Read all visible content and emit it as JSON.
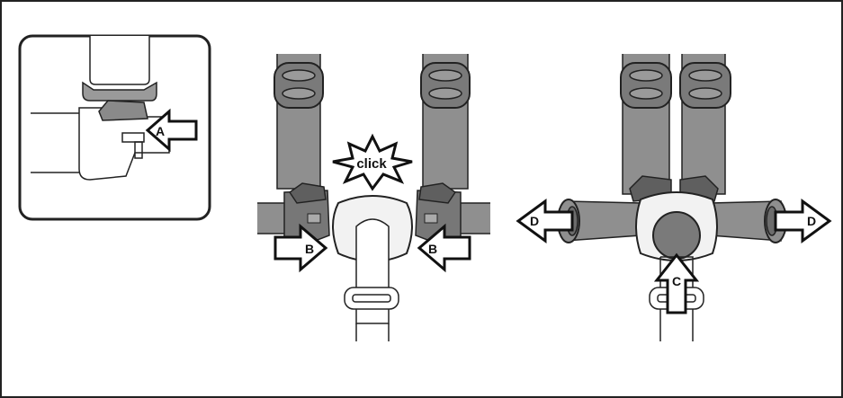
{
  "labels": {
    "a": "A",
    "b_left": "B",
    "b_right": "B",
    "c": "C",
    "d_left": "D",
    "d_right": "D",
    "click": "click"
  },
  "colors": {
    "strap": "#8f8f8f",
    "strap_dark": "#6c6c6c",
    "outline": "#222222",
    "buckle_light": "#f2f2f2",
    "button_dark": "#7a7a7a"
  }
}
